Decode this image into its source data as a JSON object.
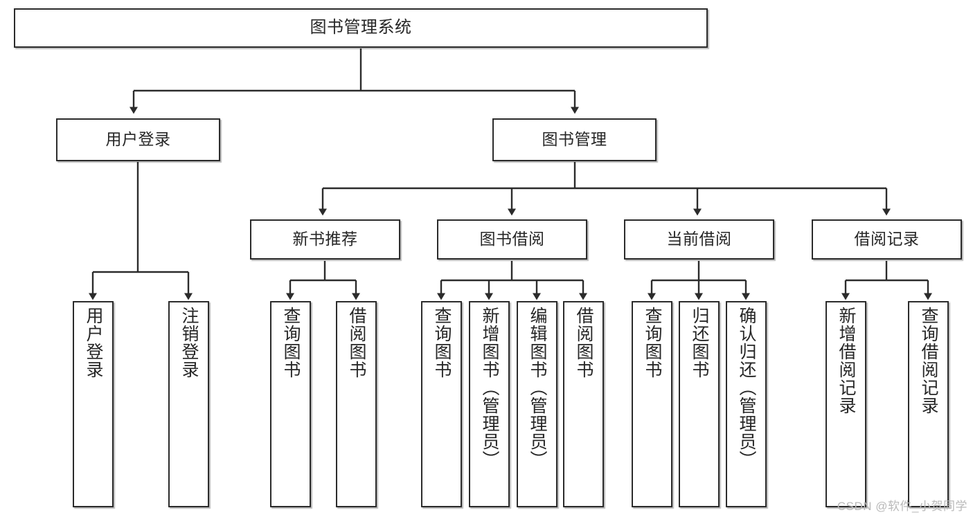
{
  "diagram": {
    "title": "图书管理系统",
    "type": "hierarchy-tree",
    "watermark": "CSDN @软件_小贺同学",
    "colors": {
      "box_border": "#2b2b2b",
      "box_fill": "#ffffff",
      "line": "#2b2b2b",
      "text": "#262626",
      "watermark": "#b9b9b9",
      "background": "#ffffff"
    },
    "nodes": {
      "root": {
        "label": "图书管理系统"
      },
      "level2": [
        {
          "label": "用户登录"
        },
        {
          "label": "图书管理"
        }
      ],
      "level3": [
        {
          "label": "新书推荐"
        },
        {
          "label": "图书借阅"
        },
        {
          "label": "当前借阅"
        },
        {
          "label": "借阅记录"
        }
      ],
      "leaves": {
        "user_login": [
          {
            "label": "用户登录"
          },
          {
            "label": "注销登录"
          }
        ],
        "new_book": [
          {
            "label": "查询图书"
          },
          {
            "label": "借阅图书"
          }
        ],
        "book_borrow": [
          {
            "label": "查询图书"
          },
          {
            "label": "新增图书（管理员）"
          },
          {
            "label": "编辑图书（管理员）"
          },
          {
            "label": "借阅图书"
          }
        ],
        "current_borrow": [
          {
            "label": "查询图书"
          },
          {
            "label": "归还图书"
          },
          {
            "label": "确认归还（管理员）"
          }
        ],
        "borrow_record": [
          {
            "label": "新增借阅记录"
          },
          {
            "label": "查询借阅记录"
          }
        ]
      }
    },
    "edges": [
      {
        "from": "图书管理系统",
        "to": "用户登录"
      },
      {
        "from": "图书管理系统",
        "to": "图书管理"
      },
      {
        "from": "图书管理",
        "to": "新书推荐"
      },
      {
        "from": "图书管理",
        "to": "图书借阅"
      },
      {
        "from": "图书管理",
        "to": "当前借阅"
      },
      {
        "from": "图书管理",
        "to": "借阅记录"
      },
      {
        "from": "用户登录",
        "to": "用户登录"
      },
      {
        "from": "用户登录",
        "to": "注销登录"
      },
      {
        "from": "新书推荐",
        "to": "查询图书"
      },
      {
        "from": "新书推荐",
        "to": "借阅图书"
      },
      {
        "from": "图书借阅",
        "to": "查询图书"
      },
      {
        "from": "图书借阅",
        "to": "新增图书（管理员）"
      },
      {
        "from": "图书借阅",
        "to": "编辑图书（管理员）"
      },
      {
        "from": "图书借阅",
        "to": "借阅图书"
      },
      {
        "from": "当前借阅",
        "to": "查询图书"
      },
      {
        "from": "当前借阅",
        "to": "归还图书"
      },
      {
        "from": "当前借阅",
        "to": "确认归还（管理员）"
      },
      {
        "from": "借阅记录",
        "to": "新增借阅记录"
      },
      {
        "from": "借阅记录",
        "to": "查询借阅记录"
      }
    ]
  }
}
